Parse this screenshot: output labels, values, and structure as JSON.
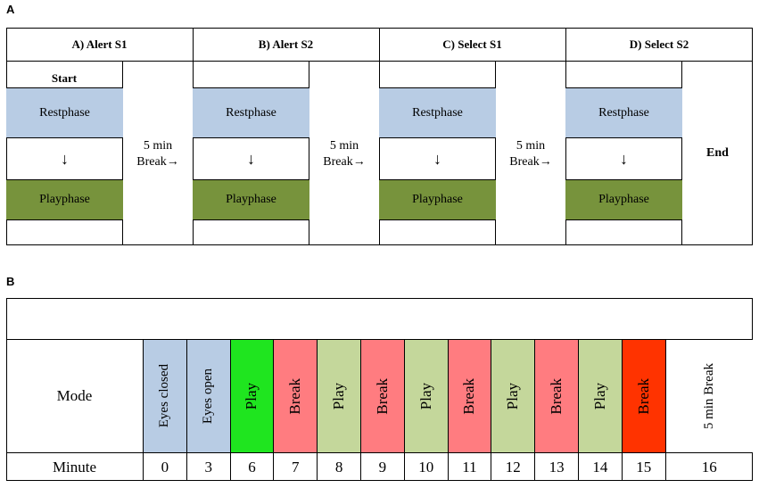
{
  "panel_a": {
    "label": "A",
    "stages": [
      {
        "header": "A) Alert S1",
        "start": "Start",
        "rest": "Restphase",
        "arrow": "↓",
        "play": "Playphase"
      },
      {
        "header": "B) Alert S2",
        "rest": "Restphase",
        "arrow": "↓",
        "play": "Playphase"
      },
      {
        "header": "C) Select S1",
        "rest": "Restphase",
        "arrow": "↓",
        "play": "Playphase"
      },
      {
        "header": "D) Select S2",
        "rest": "Restphase",
        "arrow": "↓",
        "play": "Playphase"
      }
    ],
    "breaks": [
      {
        "line1": "5 min",
        "line2": "Break→"
      },
      {
        "line1": "5 min",
        "line2": "Break→"
      },
      {
        "line1": "5 min",
        "line2": "Break→"
      }
    ],
    "end": "End",
    "colors": {
      "rest": "#b8cce4",
      "play": "#77933c"
    }
  },
  "panel_b": {
    "label": "B",
    "mode_label": "Mode",
    "minute_label": "Minute",
    "segments": [
      {
        "mode": "Eyes closed",
        "minute": "0",
        "color": "#b8cce4"
      },
      {
        "mode": "Eyes open",
        "minute": "3",
        "color": "#b8cce4"
      },
      {
        "mode": "Play",
        "minute": "6",
        "color": "#1fe51f"
      },
      {
        "mode": "Break",
        "minute": "7",
        "color": "#ff7c80"
      },
      {
        "mode": "Play",
        "minute": "8",
        "color": "#c4d79b"
      },
      {
        "mode": "Break",
        "minute": "9",
        "color": "#ff7c80"
      },
      {
        "mode": "Play",
        "minute": "10",
        "color": "#c4d79b"
      },
      {
        "mode": "Break",
        "minute": "11",
        "color": "#ff7c80"
      },
      {
        "mode": "Play",
        "minute": "12",
        "color": "#c4d79b"
      },
      {
        "mode": "Break",
        "minute": "13",
        "color": "#ff7c80"
      },
      {
        "mode": "Play",
        "minute": "14",
        "color": "#c4d79b"
      },
      {
        "mode": "Break",
        "minute": "15",
        "color": "#ff3300"
      },
      {
        "mode": "5 min Break",
        "minute": "16",
        "color": "#ffffff"
      }
    ]
  }
}
